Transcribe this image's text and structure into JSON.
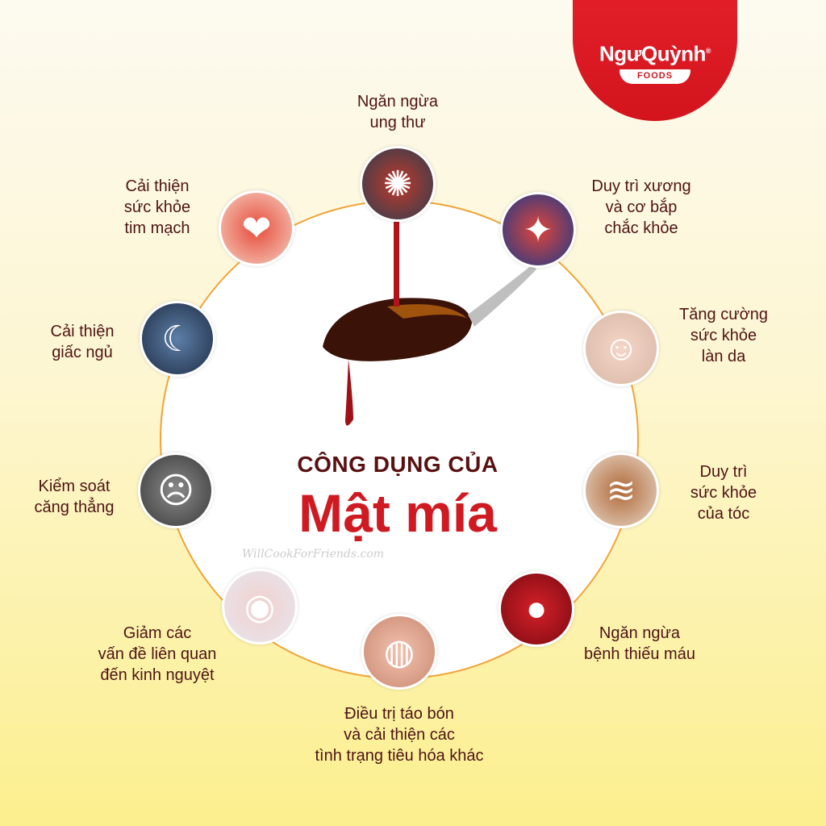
{
  "brand": {
    "name": "NgưQuỳnh",
    "suffix": "®",
    "sub": "FOODS",
    "color": "#d3141d"
  },
  "title": {
    "subtitle": "CÔNG DỤNG CỦA",
    "main": "Mật mía"
  },
  "watermark": "WillCookForFriends.com",
  "benefits": [
    {
      "label": [
        "Ngăn ngừa",
        "ung thư"
      ],
      "icon": "virus-icon"
    },
    {
      "label": [
        "Cải thiện",
        "sức khỏe",
        "tim mạch"
      ],
      "icon": "heart-icon"
    },
    {
      "label": [
        "Cải thiện",
        "giấc ngủ"
      ],
      "icon": "sleep-icon"
    },
    {
      "label": [
        "Kiểm soát",
        "căng thẳng"
      ],
      "icon": "stress-icon"
    },
    {
      "label": [
        "Giảm các",
        "vấn đề liên quan",
        "đến kinh nguyệt"
      ],
      "icon": "menstrual-pain-icon"
    },
    {
      "label": [
        "Điều trị táo bón",
        "và cải thiện các",
        "tình trạng tiêu hóa khác"
      ],
      "icon": "stomach-icon"
    },
    {
      "label": [
        "Ngăn ngừa",
        "bệnh thiếu máu"
      ],
      "icon": "blood-cells-icon"
    },
    {
      "label": [
        "Duy trì",
        "sức khỏe",
        "của tóc"
      ],
      "icon": "hair-icon"
    },
    {
      "label": [
        "Tăng cường",
        "sức khỏe",
        "làn da"
      ],
      "icon": "skin-icon"
    },
    {
      "label": [
        "Duy trì xương",
        "và cơ bắp",
        "chắc khỏe"
      ],
      "icon": "bone-joint-icon"
    }
  ]
}
